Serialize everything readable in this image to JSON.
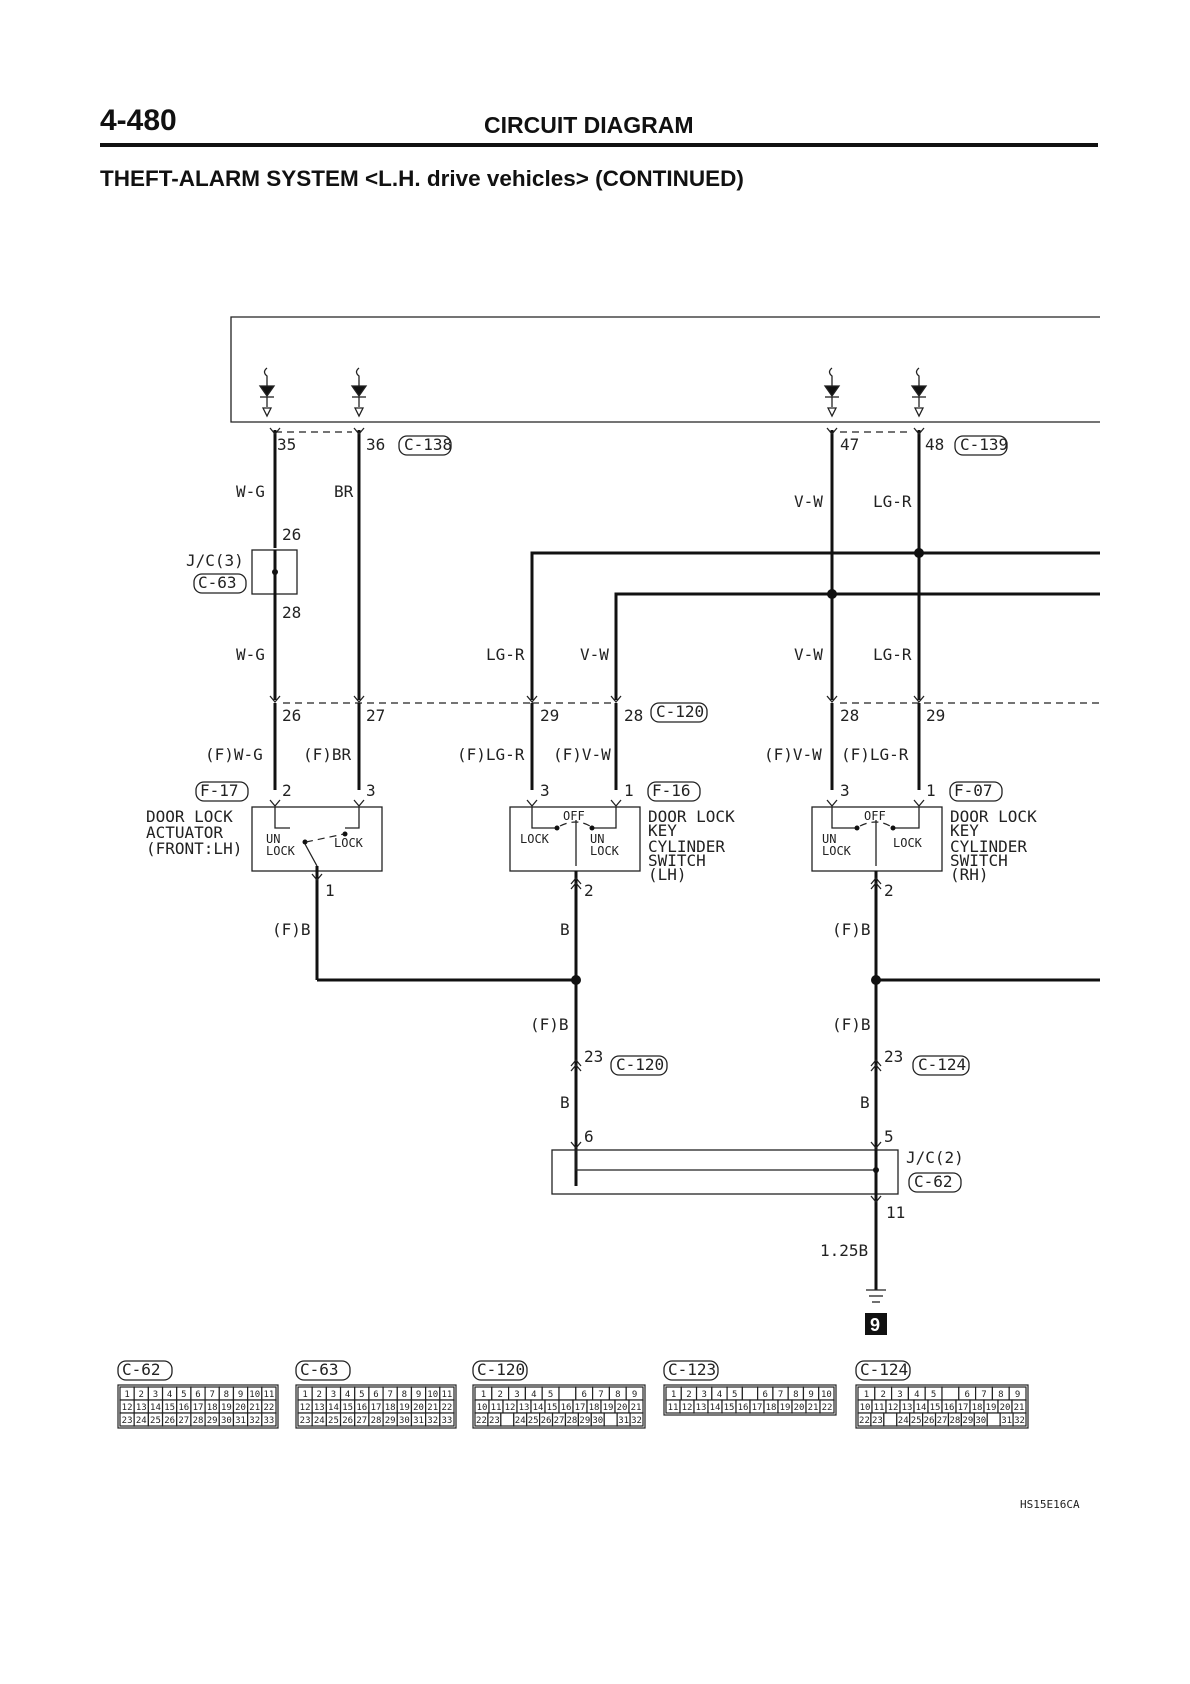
{
  "header": {
    "page_number": "4-480",
    "section": "CIRCUIT DIAGRAM",
    "subtitle": "THEFT-ALARM SYSTEM <L.H. drive vehicles> (CONTINUED)"
  },
  "pins_top": {
    "p35": "35",
    "p36": "36",
    "p47": "47",
    "p48": "48"
  },
  "connectors": {
    "c138": "C-138",
    "c139": "C-139",
    "c63": "C-63",
    "c120": "C-120",
    "f17": "F-17",
    "f16": "F-16",
    "f07": "F-07",
    "c124": "C-124",
    "c62": "C-62",
    "c123": "C-123"
  },
  "wires": {
    "wg": "W-G",
    "br": "BR",
    "vw": "V-W",
    "lgr": "LG-R",
    "fwg": "(F)W-G",
    "fbr": "(F)BR",
    "flgr": "(F)LG-R",
    "fvw": "(F)V-W",
    "fb": "(F)B",
    "b": "B",
    "b125": "1.25B"
  },
  "jc3": {
    "label": "J/C(3)",
    "pin_in": "26",
    "pin_out": "28"
  },
  "jc2": {
    "label": "J/C(2)",
    "pin6": "6",
    "pin5": "5",
    "pin11": "11"
  },
  "pins_mid": {
    "p26": "26",
    "p27": "27",
    "p29": "29",
    "p28": "28",
    "p28r": "28",
    "p29r": "29"
  },
  "components": {
    "actuator": {
      "l1": "DOOR LOCK",
      "l2": "ACTUATOR",
      "l3": "(FRONT:LH)",
      "pin2": "2",
      "pin3": "3",
      "pin1": "1"
    },
    "key_lh": {
      "l1": "DOOR LOCK",
      "l2": "KEY",
      "l3": "CYLINDER",
      "l4": "SWITCH",
      "l5": "(LH)",
      "pin3": "3",
      "pin1": "1",
      "pin2": "2"
    },
    "key_rh": {
      "l1": "DOOR LOCK",
      "l2": "KEY",
      "l3": "CYLINDER",
      "l4": "SWITCH",
      "l5": "(RH)",
      "pin3": "3",
      "pin1": "1",
      "pin2": "2"
    },
    "sw_un": "UN",
    "sw_lock": "LOCK",
    "sw_off": "OFF"
  },
  "pins_lower": {
    "p23a": "23",
    "p23b": "23"
  },
  "ground": "9",
  "connector_faces": [
    {
      "name": "C-62",
      "rows": [
        [
          "1",
          "2",
          "3",
          "4",
          "5",
          "6",
          "7",
          "8",
          "9",
          "10",
          "11"
        ],
        [
          "12",
          "13",
          "14",
          "15",
          "16",
          "17",
          "18",
          "19",
          "20",
          "21",
          "22"
        ],
        [
          "23",
          "24",
          "25",
          "26",
          "27",
          "28",
          "29",
          "30",
          "31",
          "32",
          "33"
        ]
      ]
    },
    {
      "name": "C-63",
      "rows": [
        [
          "1",
          "2",
          "3",
          "4",
          "5",
          "6",
          "7",
          "8",
          "9",
          "10",
          "11"
        ],
        [
          "12",
          "13",
          "14",
          "15",
          "16",
          "17",
          "18",
          "19",
          "20",
          "21",
          "22"
        ],
        [
          "23",
          "24",
          "25",
          "26",
          "27",
          "28",
          "29",
          "30",
          "31",
          "32",
          "33"
        ]
      ]
    },
    {
      "name": "C-120",
      "rows": [
        [
          "1",
          "2",
          "3",
          "4",
          "5",
          "",
          "6",
          "7",
          "8",
          "9"
        ],
        [
          "10",
          "11",
          "12",
          "13",
          "14",
          "15",
          "16",
          "17",
          "18",
          "19",
          "20",
          "21"
        ],
        [
          "22",
          "23",
          "",
          "24",
          "25",
          "26",
          "27",
          "28",
          "29",
          "30",
          "",
          "31",
          "32"
        ]
      ]
    },
    {
      "name": "C-123",
      "rows": [
        [
          "1",
          "2",
          "3",
          "4",
          "5",
          "",
          "6",
          "7",
          "8",
          "9",
          "10"
        ],
        [
          "11",
          "12",
          "13",
          "14",
          "15",
          "16",
          "17",
          "18",
          "19",
          "20",
          "21",
          "22"
        ]
      ]
    },
    {
      "name": "C-124",
      "rows": [
        [
          "1",
          "2",
          "3",
          "4",
          "5",
          "",
          "6",
          "7",
          "8",
          "9"
        ],
        [
          "10",
          "11",
          "12",
          "13",
          "14",
          "15",
          "16",
          "17",
          "18",
          "19",
          "20",
          "21"
        ],
        [
          "22",
          "23",
          "",
          "24",
          "25",
          "26",
          "27",
          "28",
          "29",
          "30",
          "",
          "31",
          "32"
        ]
      ]
    }
  ],
  "footer_code": "HS15E16CA"
}
